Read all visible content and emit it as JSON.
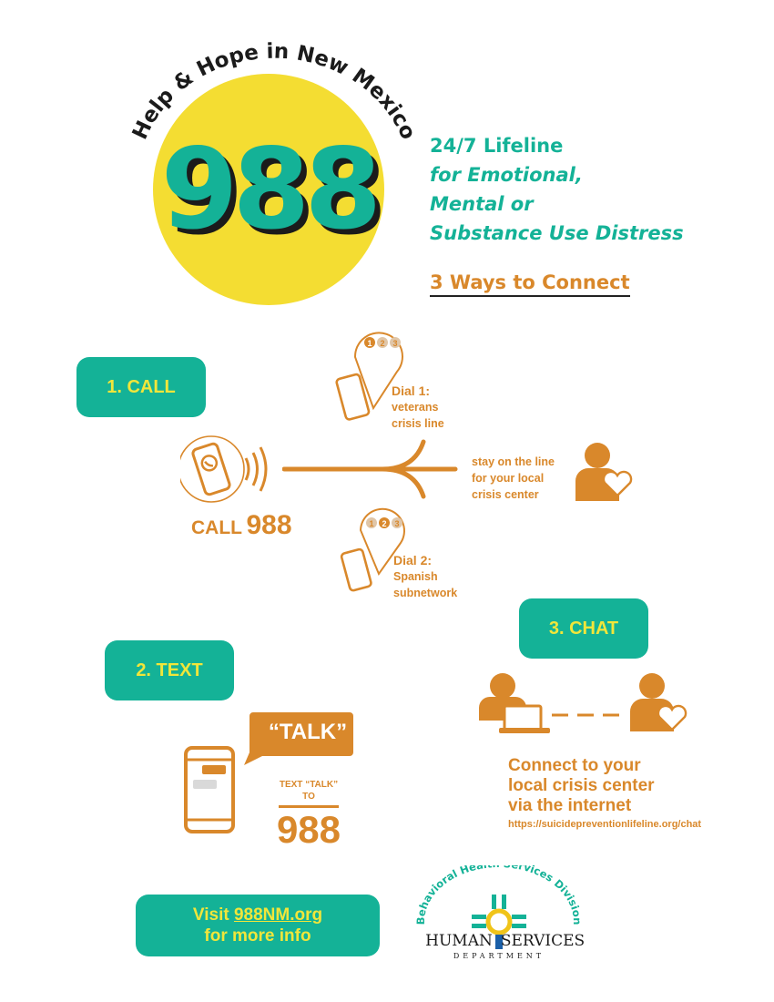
{
  "hero": {
    "arc_text": "Help & Hope in New Mexico",
    "number": "988"
  },
  "tagline": {
    "line1": "24/7 Lifeline",
    "line2": "for Emotional,",
    "line3": "Mental or",
    "line4": "Substance Use Distress"
  },
  "connect_heading": "3 Ways to Connect",
  "call": {
    "button": "1. CALL",
    "call_prefix": "CALL",
    "call_number": "988",
    "dial1": [
      "Dial 1:",
      "veterans",
      "crisis line"
    ],
    "dial2": [
      "Dial 2:",
      "Spanish",
      "subnetwork"
    ],
    "stay": [
      "stay on the line",
      "for your local",
      "crisis center"
    ],
    "bubble_digits": [
      "1",
      "2",
      "3"
    ]
  },
  "text": {
    "button": "2. TEXT",
    "bubble": "“TALK”",
    "instruction_line1": "TEXT “TALK”",
    "instruction_line2": "TO",
    "number": "988"
  },
  "chat": {
    "button": "3. CHAT",
    "line1": "Connect to your",
    "line2": "local crisis center",
    "line3": "via the internet",
    "url": "https://suicidepreventionlifeline.org/chat"
  },
  "visit": {
    "prefix": "Visit ",
    "link": "988NM.org",
    "line2": "for more info"
  },
  "logo": {
    "arc_text": "Behavioral Health Services Division",
    "wordmark_left": "HUMAN",
    "wordmark_right": "SERVICES",
    "department": "DEPARTMENT"
  },
  "colors": {
    "teal": "#14b297",
    "orange": "#d9882b",
    "yellow": "#f1e63a",
    "dark": "#222222"
  }
}
